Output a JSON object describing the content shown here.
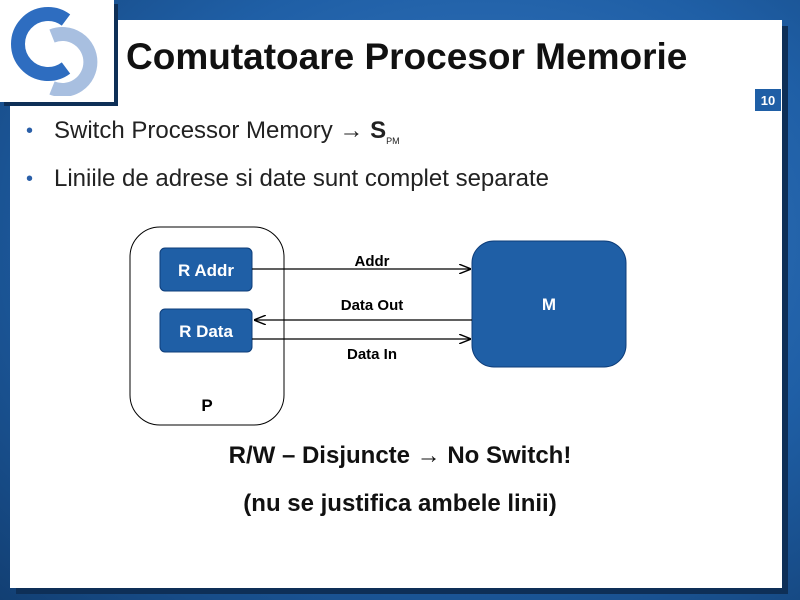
{
  "slide": {
    "title": "Comutatoare Procesor Memorie",
    "page_number": "10"
  },
  "bullets": [
    {
      "text": "Switch Processor Memory → ",
      "emph": "S",
      "sub": "PM"
    },
    {
      "text": "Liniile de adrese si date sunt complet separate"
    }
  ],
  "diagram": {
    "processor_label": "P",
    "reg_addr": "R Addr",
    "reg_data": "R Data",
    "memory_label": "M",
    "line_addr": "Addr",
    "line_data_out": "Data Out",
    "line_data_in": "Data In",
    "colors": {
      "box_fill": "#1f5fa6",
      "box_stroke": "#0d3d7a",
      "line": "#000000"
    }
  },
  "conclusion": {
    "line1": "R/W – Disjuncte → No Switch!",
    "line2": "(nu se justifica ambele linii)"
  },
  "icons": {
    "logo": "logo-icon"
  }
}
